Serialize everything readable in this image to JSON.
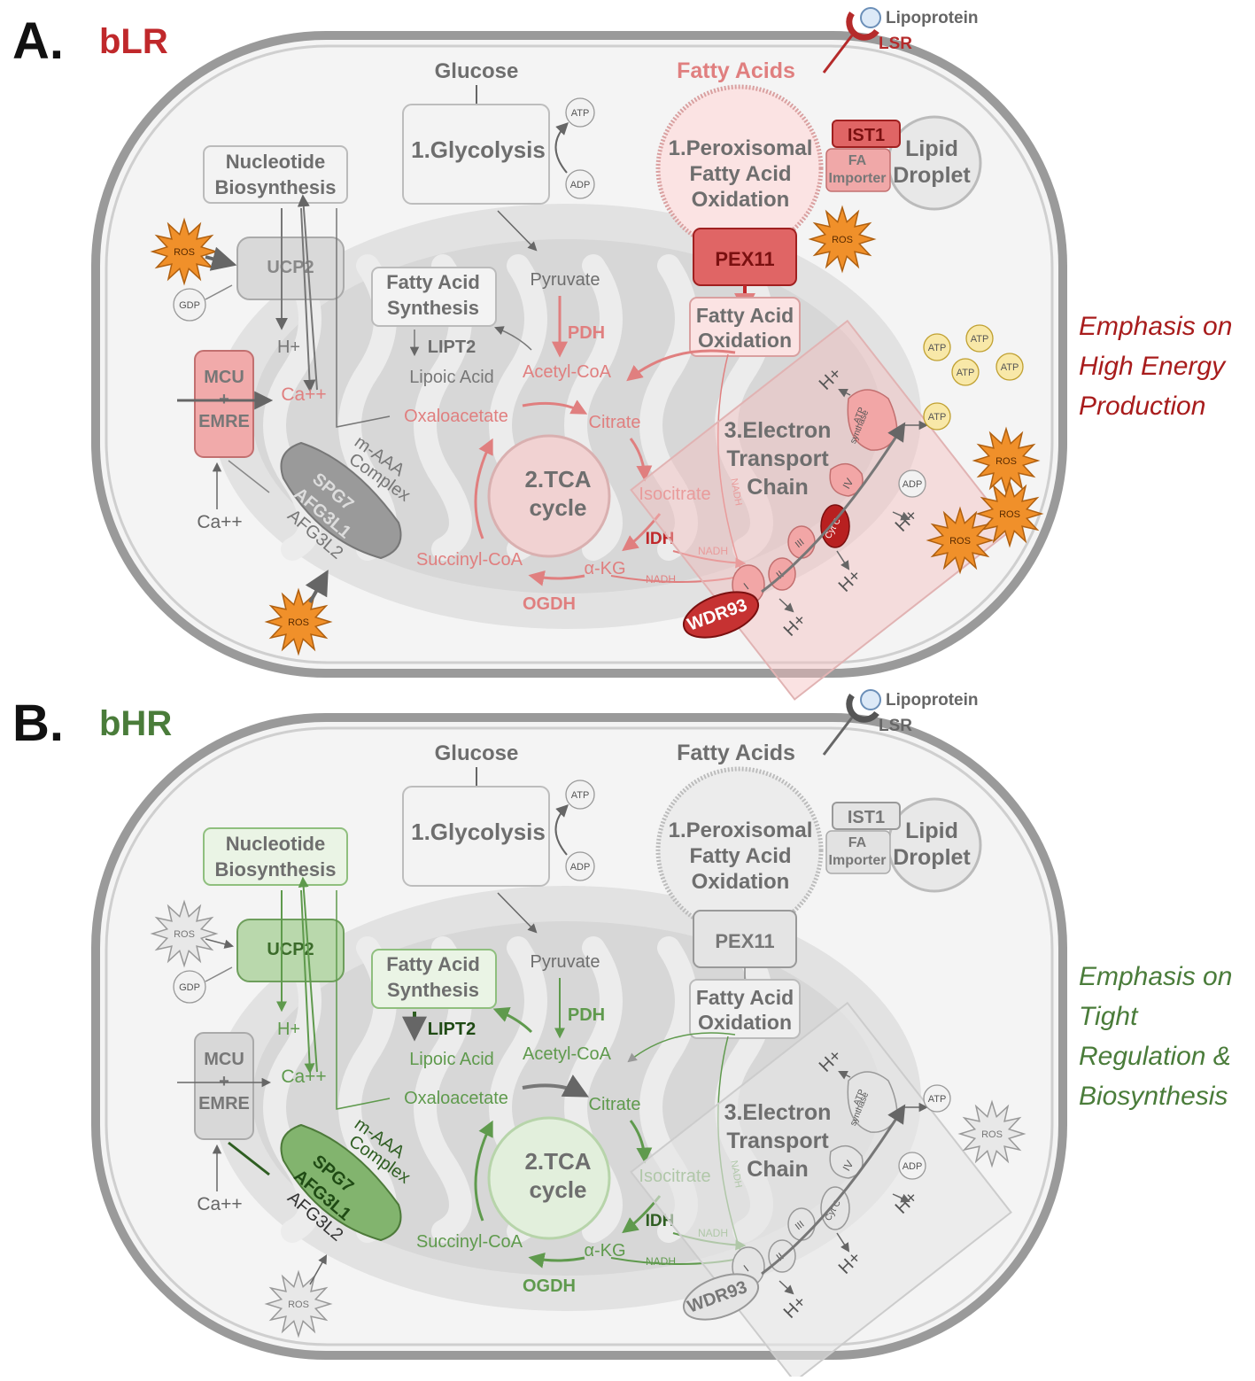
{
  "panels": [
    {
      "letter": "A.",
      "tag": "bLR",
      "tag_color": "#c0282b",
      "accent": "#e07f7f",
      "accent_dark": "#c0282b",
      "emphasis_lines": [
        "Emphasis on",
        "High Energy",
        "Production"
      ],
      "lipoprotein": "Lipoprotein",
      "lsr": "LSR",
      "glucose": "Glucose",
      "glycolysis": "1.Glycolysis",
      "atp": "ATP",
      "adp": "ADP",
      "fatty_acids": "Fatty Acids",
      "peroxisomal_lines": [
        "1.Peroxisomal",
        "Fatty Acid",
        "Oxidation"
      ],
      "ist1": "IST1",
      "fa_importer_lines": [
        "FA",
        "Importer"
      ],
      "lipid_droplet_lines": [
        "Lipid",
        "Droplet"
      ],
      "pex11": "PEX11",
      "fao_lines": [
        "Fatty Acid",
        "Oxidation"
      ],
      "nucleotide_lines": [
        "Nucleotide",
        "Biosynthesis"
      ],
      "ucp2": "UCP2",
      "ros": "ROS",
      "gdp": "GDP",
      "h_plus": "H+",
      "ca": "Ca++",
      "mcu_lines": [
        "MCU",
        "+",
        "EMRE"
      ],
      "fas_lines": [
        "Fatty Acid",
        "Synthesis"
      ],
      "pyruvate": "Pyruvate",
      "pdh": "PDH",
      "lipt2": "LIPT2",
      "lipoic_acid": "Lipoic Acid",
      "acetyl_coa": "Acetyl-CoA",
      "oxaloacetate": "Oxaloacetate",
      "citrate": "Citrate",
      "tca_lines": [
        "2.TCA",
        "cycle"
      ],
      "isocitrate": "Isocitrate",
      "idh": "IDH",
      "akg": "α-KG",
      "succinyl_coa": "Succinyl-CoA",
      "ogdh": "OGDH",
      "nadh": "NADH",
      "maaa_lines": [
        "m-AAA",
        "Complex"
      ],
      "spg7": "SPG7",
      "afg3l1": "AFG3L1",
      "afg3l2": "AFG3L2",
      "etc_lines": [
        "3.Electron",
        "Transport",
        "Chain"
      ],
      "atp_synthase_lines": [
        "ATP",
        "synthase"
      ],
      "complex_i": "I",
      "complex_ii": "II",
      "complex_iii": "III",
      "complex_iv": "IV",
      "cyt_c": "Cyt C",
      "wdr93": "WDR93"
    },
    {
      "letter": "B.",
      "tag": "bHR",
      "tag_color": "#4a7c3a",
      "accent": "#5f9a4d",
      "accent_dark": "#2f5e22",
      "emphasis_lines": [
        "Emphasis on",
        "Tight",
        "Regulation &",
        "Biosynthesis"
      ],
      "lipoprotein": "Lipoprotein",
      "lsr": "LSR",
      "glucose": "Glucose",
      "glycolysis": "1.Glycolysis",
      "atp": "ATP",
      "adp": "ADP",
      "fatty_acids": "Fatty Acids",
      "peroxisomal_lines": [
        "1.Peroxisomal",
        "Fatty Acid",
        "Oxidation"
      ],
      "ist1": "IST1",
      "fa_importer_lines": [
        "FA",
        "Importer"
      ],
      "lipid_droplet_lines": [
        "Lipid",
        "Droplet"
      ],
      "pex11": "PEX11",
      "fao_lines": [
        "Fatty Acid",
        "Oxidation"
      ],
      "nucleotide_lines": [
        "Nucleotide",
        "Biosynthesis"
      ],
      "ucp2": "UCP2",
      "ros": "ROS",
      "gdp": "GDP",
      "h_plus": "H+",
      "ca": "Ca++",
      "mcu_lines": [
        "MCU",
        "+",
        "EMRE"
      ],
      "fas_lines": [
        "Fatty Acid",
        "Synthesis"
      ],
      "pyruvate": "Pyruvate",
      "pdh": "PDH",
      "lipt2": "LIPT2",
      "lipoic_acid": "Lipoic Acid",
      "acetyl_coa": "Acetyl-CoA",
      "oxaloacetate": "Oxaloacetate",
      "citrate": "Citrate",
      "tca_lines": [
        "2.TCA",
        "cycle"
      ],
      "isocitrate": "Isocitrate",
      "idh": "IDH",
      "akg": "α-KG",
      "succinyl_coa": "Succinyl-CoA",
      "ogdh": "OGDH",
      "nadh": "NADH",
      "maaa_lines": [
        "m-AAA",
        "Complex"
      ],
      "spg7": "SPG7",
      "afg3l1": "AFG3L1",
      "afg3l2": "AFG3L2",
      "etc_lines": [
        "3.Electron",
        "Transport",
        "Chain"
      ],
      "atp_synthase_lines": [
        "ATP",
        "synthase"
      ],
      "complex_i": "I",
      "complex_ii": "II",
      "complex_iii": "III",
      "complex_iv": "IV",
      "cyt_c": "Cyt C",
      "wdr93": "WDR93"
    }
  ]
}
